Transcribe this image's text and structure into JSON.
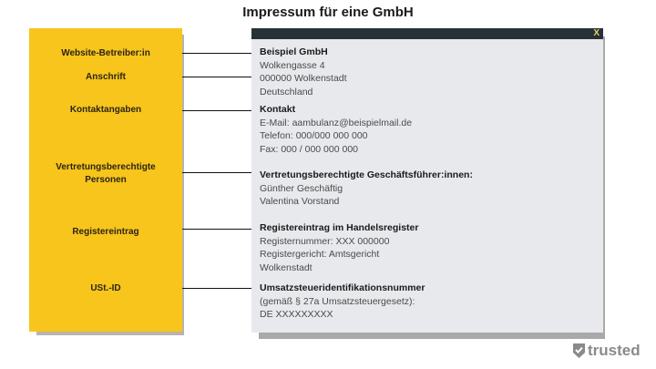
{
  "title": "Impressum für eine GmbH",
  "labels": [
    {
      "text": "Website-Betreiber:in"
    },
    {
      "text": "Anschrift"
    },
    {
      "text": "Kontaktangaben"
    },
    {
      "text": "Vertretungsberechtigte"
    },
    {
      "text": "Personen"
    },
    {
      "text": "Registereintrag"
    },
    {
      "text": "USt.-ID"
    }
  ],
  "window": {
    "close_label": "X"
  },
  "sections": {
    "company": {
      "head": "Beispiel GmbH",
      "lines": [
        "Wolkengasse 4",
        "000000 Wolkenstadt",
        "Deutschland"
      ]
    },
    "contact": {
      "head": "Kontakt",
      "lines": [
        "E-Mail: aambulanz@beispielmail.de",
        "Telefon: 000/000 000 000",
        "Fax: 000 / 000 000 000"
      ]
    },
    "representatives": {
      "head": "Vertretungsberechtigte Geschäftsführer:innen:",
      "lines": [
        "Günther Geschäftig",
        "Valentina Vorstand"
      ]
    },
    "register": {
      "head": "Registereintrag im Handelsregister",
      "lines": [
        "Registernummer: XXX 000000",
        "Registergericht: Amtsgericht",
        "Wolkenstadt"
      ]
    },
    "vat": {
      "head": "Umsatzsteueridentifikationsnummer",
      "lines": [
        "(gemäß § 27a Umsatzsteuergesetz):",
        "DE XXXXXXXXX"
      ]
    }
  },
  "branding": {
    "logo_text": "trusted"
  },
  "colors": {
    "yellow": "#f7c51b",
    "window_bar": "#263238",
    "window_bg": "#e8e9ec",
    "close_x": "#e9d25a"
  }
}
